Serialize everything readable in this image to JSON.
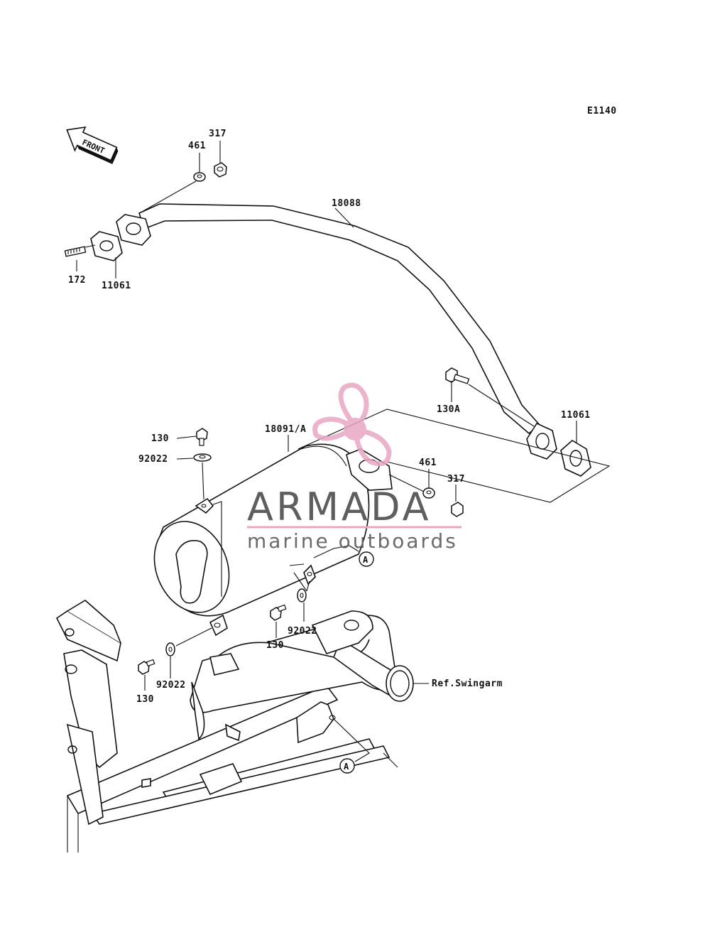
{
  "diagram": {
    "code": "E1140",
    "front_label": "FRONT",
    "ref_label": "Ref.Swingarm",
    "ref_marker": "A",
    "callouts": {
      "c461_top": "461",
      "c317_top": "317",
      "c18088": "18088",
      "c172": "172",
      "c11061_left": "11061",
      "c130A": "130A",
      "c11061_right": "11061",
      "c130_top": "130",
      "c18091A": "18091/A",
      "c92022_top": "92022",
      "c461_mid": "461",
      "c317_mid": "317",
      "c130_mid": "130",
      "c92022_mid": "92022",
      "c92022_low": "92022",
      "c130_low": "130"
    }
  },
  "watermark": {
    "brand": "ARMADA",
    "tagline": "marine outboards",
    "accent_color": "#e8a6c4",
    "text_color": "#5e5e5e"
  }
}
